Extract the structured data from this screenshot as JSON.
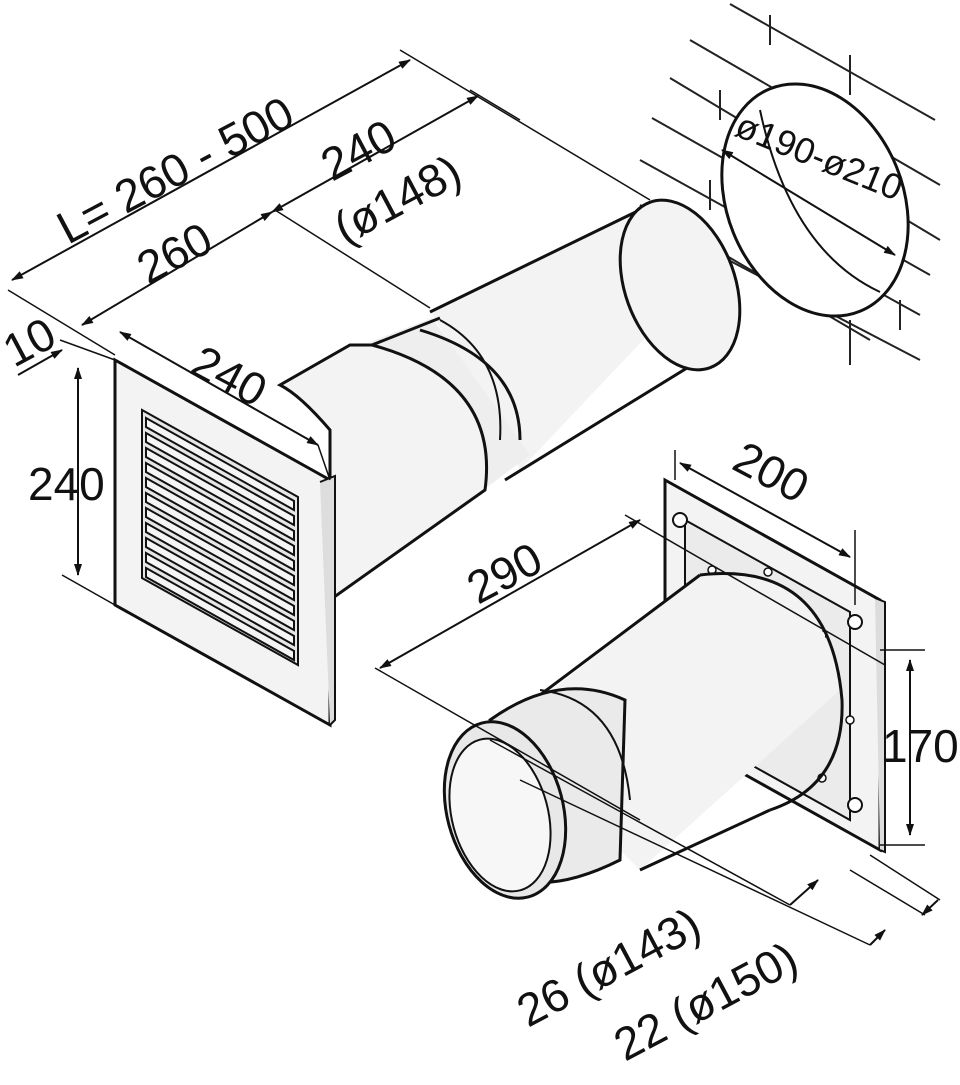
{
  "labels": {
    "total_length": "L= 260 - 500",
    "tube_length": "260",
    "tube_size": "240",
    "tube_diameter": "(ø148)",
    "grille_depth": "10",
    "grille_width": "240",
    "grille_height": "240",
    "wall_hole": "ø190-ø210",
    "flange_width": "200",
    "fan_length": "290",
    "flange_height": "170",
    "spigot_inner": "26 (ø143)",
    "spigot_outer": "22 (ø150)"
  },
  "colors": {
    "line": "#111111",
    "surface": "#f3f3f3",
    "shadow": "#d9d9d9",
    "paper": "#ffffff"
  }
}
